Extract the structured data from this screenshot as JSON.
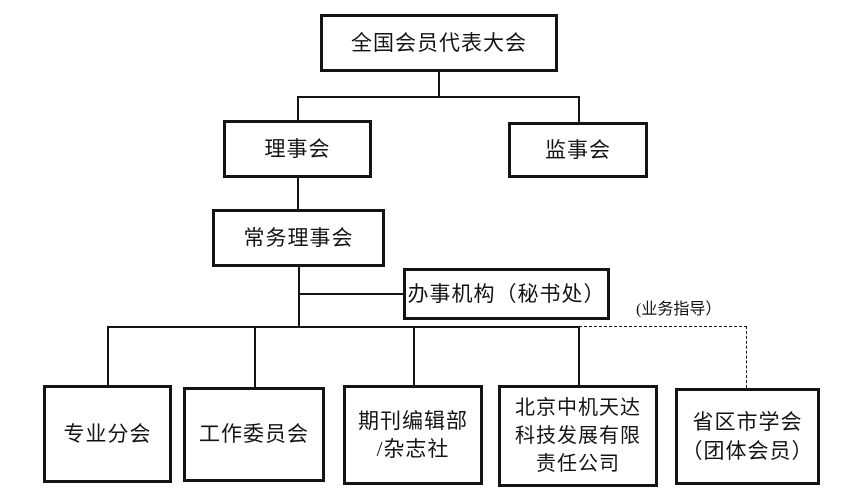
{
  "nodes": {
    "congress": {
      "label": "全国会员代表大会"
    },
    "council": {
      "label": "理事会"
    },
    "supervisory": {
      "label": "监事会"
    },
    "standing": {
      "label": "常务理事会"
    },
    "office": {
      "label": "办事机构（秘书处）"
    },
    "branches": {
      "label": "专业分会"
    },
    "committees": {
      "label": "工作委员会"
    },
    "journal": {
      "lines": [
        "期刊编辑部",
        "/杂志社"
      ]
    },
    "company": {
      "lines": [
        "北京中机天达",
        "科技发展有限",
        "责任公司"
      ]
    },
    "regional": {
      "lines": [
        "省区市学会",
        "（团体会员）"
      ]
    }
  },
  "annotations": {
    "business_guidance": "(业务指导）"
  },
  "colors": {
    "line": "#141414",
    "text": "#141414",
    "background": "#ffffff"
  }
}
